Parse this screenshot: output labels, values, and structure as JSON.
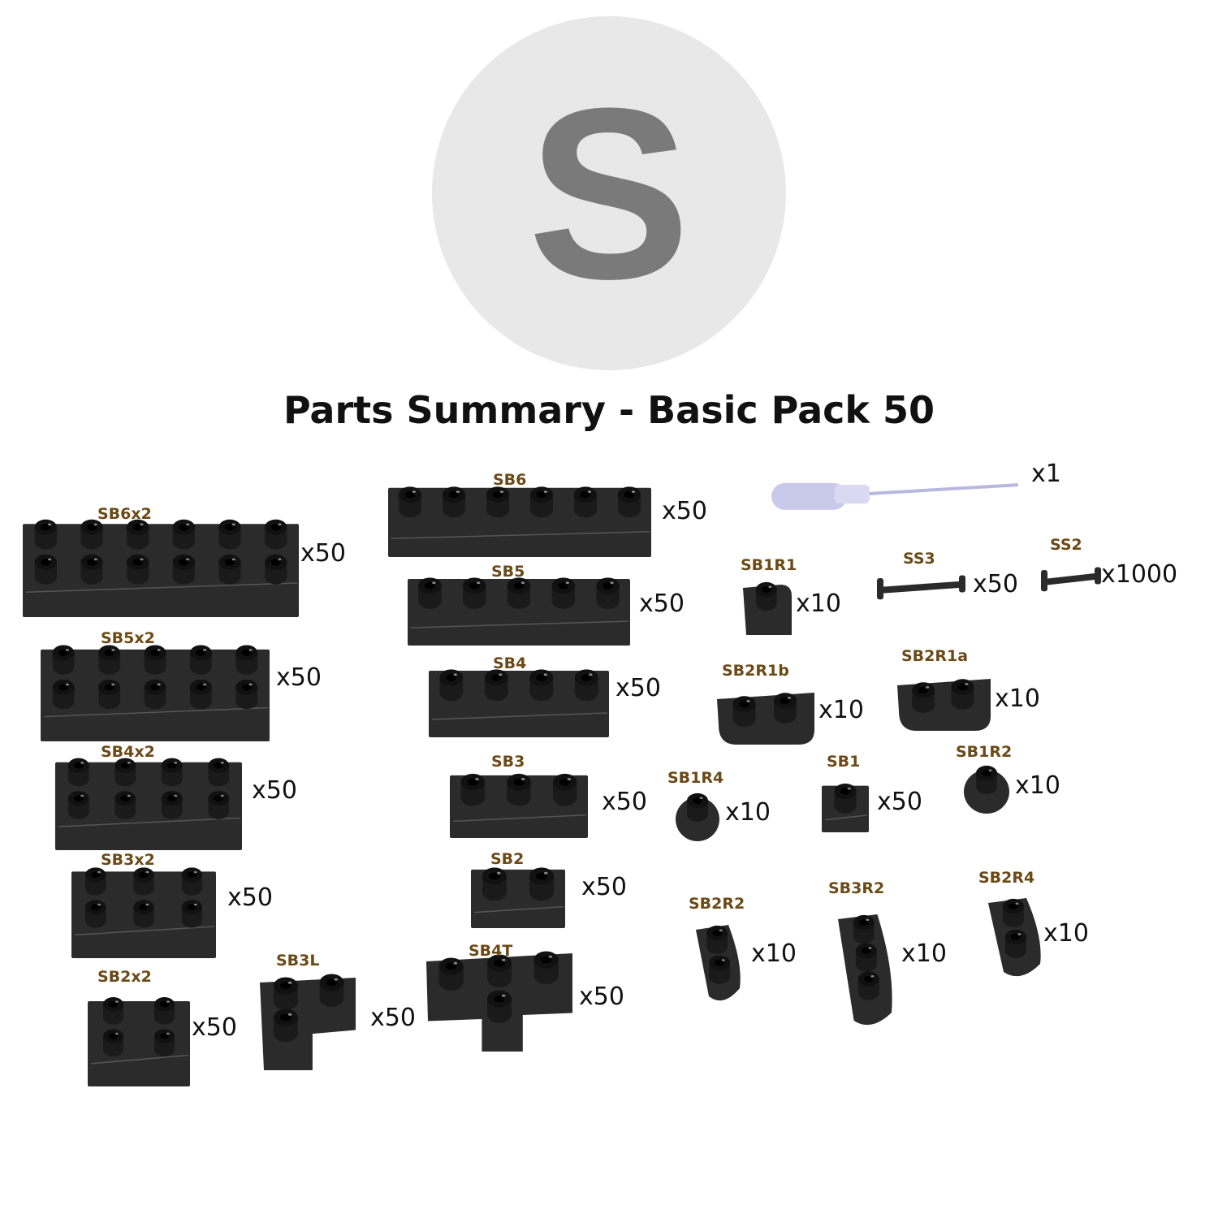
{
  "badge": {
    "letter": "S"
  },
  "title": "Parts Summary - Basic Pack 50",
  "colors": {
    "brick": "#2b2b2b",
    "stud": "#1a1a1a",
    "label": "#6b4a17",
    "badge_bg": "#e8e8e9",
    "badge_letter": "#7a7a7a",
    "tool": "#c9c9ec"
  },
  "parts": [
    {
      "id": "SB6x2",
      "qty": "x50",
      "shape": "plate",
      "cols": 6,
      "rows": 2
    },
    {
      "id": "SB5x2",
      "qty": "x50",
      "shape": "plate",
      "cols": 5,
      "rows": 2
    },
    {
      "id": "SB4x2",
      "qty": "x50",
      "shape": "plate",
      "cols": 4,
      "rows": 2
    },
    {
      "id": "SB3x2",
      "qty": "x50",
      "shape": "plate",
      "cols": 3,
      "rows": 2
    },
    {
      "id": "SB2x2",
      "qty": "x50",
      "shape": "plate",
      "cols": 2,
      "rows": 2
    },
    {
      "id": "SB3L",
      "qty": "x50",
      "shape": "L"
    },
    {
      "id": "SB4T",
      "qty": "x50",
      "shape": "T"
    },
    {
      "id": "SB6",
      "qty": "x50",
      "shape": "plate",
      "cols": 6,
      "rows": 1
    },
    {
      "id": "SB5",
      "qty": "x50",
      "shape": "plate",
      "cols": 5,
      "rows": 1
    },
    {
      "id": "SB4",
      "qty": "x50",
      "shape": "plate",
      "cols": 4,
      "rows": 1
    },
    {
      "id": "SB3",
      "qty": "x50",
      "shape": "plate",
      "cols": 3,
      "rows": 1
    },
    {
      "id": "SB2",
      "qty": "x50",
      "shape": "plate",
      "cols": 2,
      "rows": 1
    },
    {
      "id": "screwdriver",
      "qty": "x1",
      "shape": "screwdriver"
    },
    {
      "id": "SB1R1",
      "qty": "x10",
      "shape": "round1"
    },
    {
      "id": "SS3",
      "qty": "x50",
      "shape": "pin-long"
    },
    {
      "id": "SS2",
      "qty": "x1000",
      "shape": "pin-short"
    },
    {
      "id": "SB2R1b",
      "qty": "x10",
      "shape": "round2"
    },
    {
      "id": "SB2R1a",
      "qty": "x10",
      "shape": "round2"
    },
    {
      "id": "SB1R4",
      "qty": "x10",
      "shape": "cyl"
    },
    {
      "id": "SB1",
      "qty": "x50",
      "shape": "plate",
      "cols": 1,
      "rows": 1
    },
    {
      "id": "SB1R2",
      "qty": "x10",
      "shape": "cyl"
    },
    {
      "id": "SB2R2",
      "qty": "x10",
      "shape": "vert",
      "n": 2
    },
    {
      "id": "SB3R2",
      "qty": "x10",
      "shape": "vert",
      "n": 3
    },
    {
      "id": "SB2R4",
      "qty": "x10",
      "shape": "vert",
      "n": 2
    }
  ]
}
